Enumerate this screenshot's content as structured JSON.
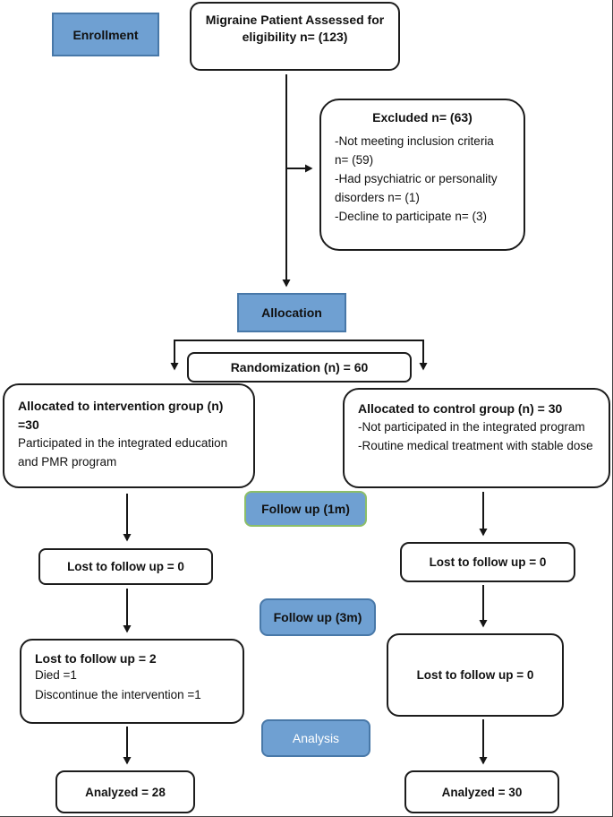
{
  "colors": {
    "box_blue": "#6fa0d2",
    "box_blue_border": "#4878a8",
    "green_border": "#8cbe68",
    "line": "#161616"
  },
  "stage_labels": {
    "enrollment": "Enrollment",
    "allocation": "Allocation",
    "followup_1m": "Follow up (1m)",
    "followup_3m": "Follow up (3m)",
    "analysis": "Analysis"
  },
  "flow": {
    "eligibility": "Migraine Patient Assessed for eligibility n= (123)",
    "excluded": {
      "title": "Excluded n= (63)",
      "items": [
        "-Not meeting inclusion criteria n= (59)",
        "-Had psychiatric or personality disorders n= (1)",
        "-Decline to participate n= (3)"
      ]
    },
    "randomization": "Randomization (n) = 60",
    "intervention_group": {
      "title": "Allocated to intervention group (n) =30",
      "lines": [
        "Participated in the integrated education and PMR program"
      ]
    },
    "control_group": {
      "title": "Allocated to control group (n) = 30",
      "lines": [
        "-Not participated in the integrated program",
        "-Routine medical treatment with stable dose"
      ]
    },
    "lost_1m_intervention": "Lost to follow up = 0",
    "lost_1m_control": "Lost to follow up = 0",
    "lost_3m_intervention": {
      "title": "Lost to follow up = 2",
      "lines": [
        "Died =1",
        "Discontinue the intervention =1"
      ]
    },
    "lost_3m_control": "Lost to follow up = 0",
    "analyzed_intervention": "Analyzed = 28",
    "analyzed_control": "Analyzed = 30"
  }
}
